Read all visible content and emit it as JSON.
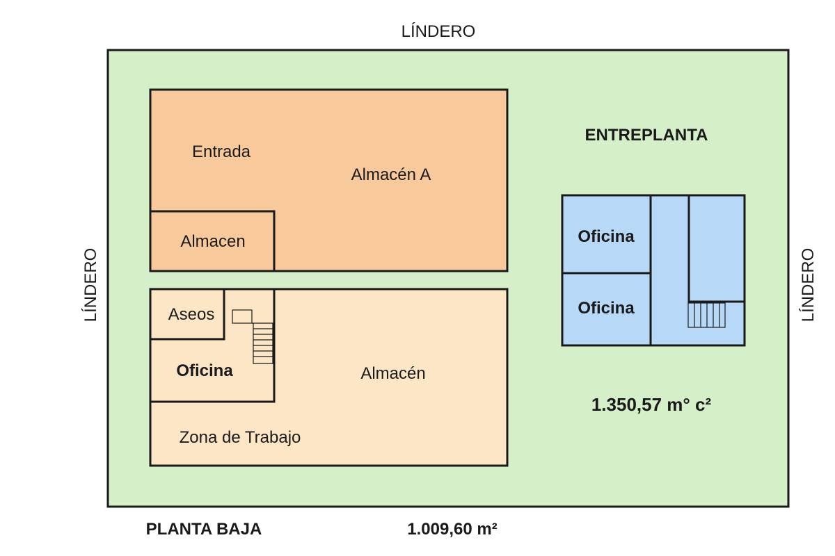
{
  "title_top": "LÍNDERO",
  "title_left": "LÍNDERO",
  "title_right": "LÍNDERO",
  "mezzanine": {
    "heading": "ENTREPLANTA",
    "area": "1.350,57 m° c²",
    "office_top": "Oficina",
    "office_bottom": "Oficina"
  },
  "upper_block": {
    "entrance": "Entrada",
    "warehouse_a": "Almacén A",
    "storage": "Almacen"
  },
  "lower_block": {
    "toilets": "Aseos",
    "office": "Oficina",
    "warehouse": "Almacén",
    "work_area": "Zona de Trabajo"
  },
  "footer": {
    "ground_floor": "PLANTA BAJA",
    "area": "1.009,60 m²"
  },
  "colors": {
    "plot": "#d5efc8",
    "upper_block": "#f8c99a",
    "lower_block": "#fde6c6",
    "mezzanine": "#b7d8f7",
    "stroke": "#1a1a1a"
  }
}
